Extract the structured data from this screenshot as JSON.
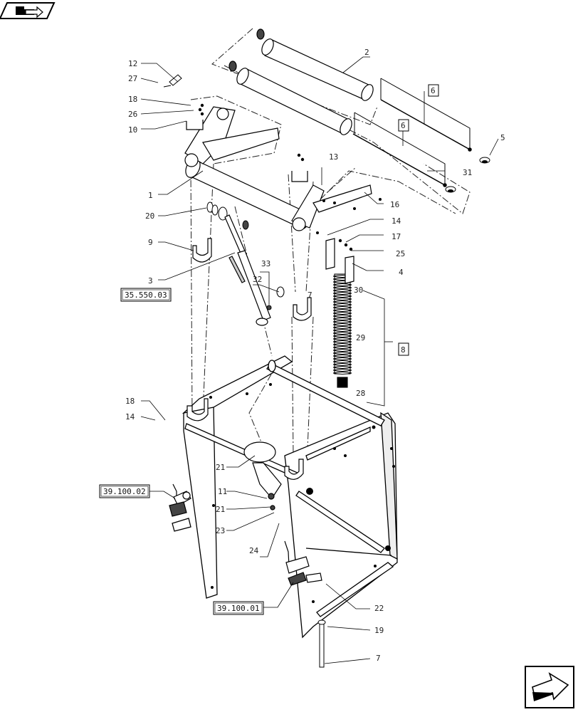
{
  "callouts": {
    "c1": "1",
    "c2": "2",
    "c3": "3",
    "c4": "4",
    "c5": "5",
    "c6a": "6",
    "c6b": "6",
    "c7a": "7",
    "c7b": "7",
    "c8": "8",
    "c9": "9",
    "c10": "10",
    "c11": "11",
    "c12": "12",
    "c13": "13",
    "c14a": "14",
    "c14b": "14",
    "c16": "16",
    "c17": "17",
    "c18a": "18",
    "c18b": "18",
    "c19": "19",
    "c20": "20",
    "c21a": "21",
    "c21b": "21",
    "c22": "22",
    "c23": "23",
    "c24": "24",
    "c25": "25",
    "c26": "26",
    "c27": "27",
    "c28": "28",
    "c29": "29",
    "c30": "30",
    "c31": "31",
    "c32": "32",
    "c33": "33"
  },
  "refs": {
    "r1": "35.550.03",
    "r2": "39.100.02",
    "r3": "39.100.01"
  },
  "icons": {
    "top_left": "book-pointer-icon",
    "bottom_right": "next-page-arrow-icon"
  }
}
